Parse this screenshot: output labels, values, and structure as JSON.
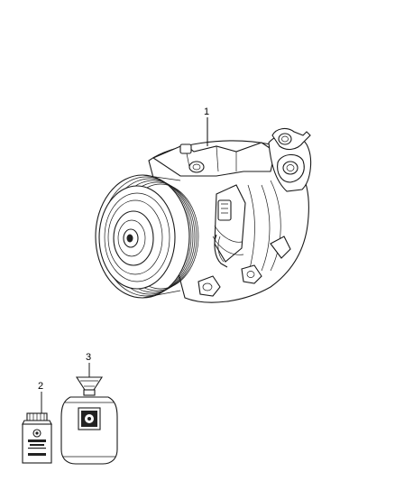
{
  "diagram": {
    "callouts": [
      {
        "id": "1",
        "label": "1"
      },
      {
        "id": "2",
        "label": "2"
      },
      {
        "id": "3",
        "label": "3"
      }
    ],
    "colors": {
      "line": "#1a1a1a",
      "background": "#ffffff",
      "dark_fill": "#222222"
    },
    "icons": [
      "ac-compressor-icon",
      "oil-bottle-icon",
      "refrigerant-canister-icon"
    ]
  }
}
